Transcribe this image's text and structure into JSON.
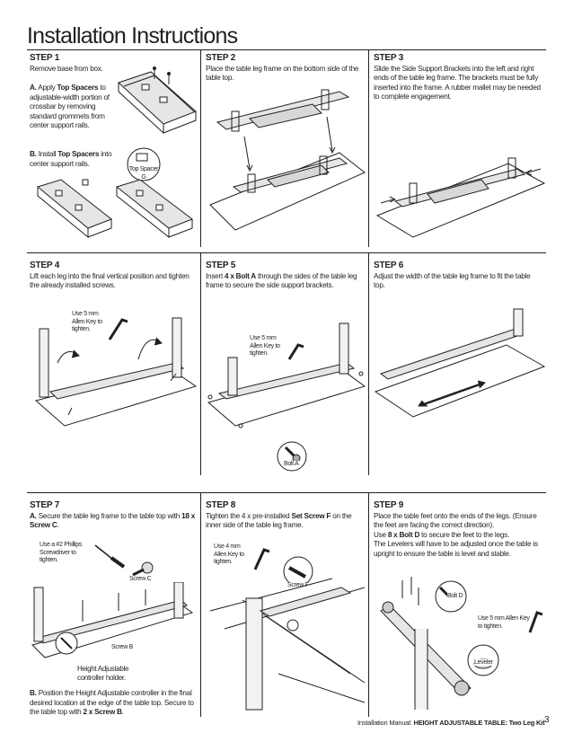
{
  "title": "Installation Instructions",
  "steps": {
    "s1": {
      "heading": "STEP 1",
      "text": "Remove base from box.",
      "a_label": "A.",
      "a_pre": "Apply ",
      "a_bold": "Top Spacers",
      "a_post": " to adjustable-width portion of crossbar by removing standard grommets from center support rails.",
      "b_label": "B.",
      "b_pre": "Install ",
      "b_bold": "Top Spacers",
      "b_post": " into center support rails.",
      "part_name": "Top Spacer",
      "part_letter": "G"
    },
    "s2": {
      "heading": "STEP 2",
      "text": "Place the table leg frame on the bottom side of the table top."
    },
    "s3": {
      "heading": "STEP 3",
      "text": "Slide the Side Support Brackets into the left and right ends of the table leg frame. The brackets must be fully inserted into the frame. A rubber mallet may be needed to complete engagement."
    },
    "s4": {
      "heading": "STEP 4",
      "text": "Lift each leg into the final vertical position and tighten the already installed screws.",
      "note": "Use 5 mm Allen Key to tighten."
    },
    "s5": {
      "heading": "STEP 5",
      "pre": "Insert ",
      "bold": "4 x Bolt A",
      "post": " through the sides of the table leg frame to secure the side support brackets.",
      "note": "Use 5 mm Allen Key to tighten.",
      "part": "Bolt A"
    },
    "s6": {
      "heading": "STEP 6",
      "text": "Adjust the width of the table leg frame to fit the table top."
    },
    "s7": {
      "heading": "STEP 7",
      "a_label": "A.",
      "a_pre": "Secure the table leg frame to the table top with ",
      "a_bold": "18 x Screw C",
      "a_post": ".",
      "note": "Use a #2 Phillips Screwdriver to tighten.",
      "part_c": "Screw C",
      "part_b": "Screw B",
      "holder": "Height Adjustable controller holder.",
      "b_label": "B.",
      "b_pre": "Position the Height Adjustable controller in the final desired location at the edge of the table top. Secure to the table top with ",
      "b_bold": "2 x Screw B",
      "b_post": "."
    },
    "s8": {
      "heading": "STEP 8",
      "pre": "Tighten the 4 x pre-installed ",
      "bold": "Set Screw F",
      "post": " on the inner side of the table leg frame.",
      "note": "Use 4 mm Allen Key to tighten.",
      "part": "Screw F"
    },
    "s9": {
      "heading": "STEP 9",
      "t1": "Place the table feet onto the ends of the legs. (Ensure the feet are facing the correct direction).",
      "t2_pre": "Use ",
      "t2_bold": "8 x Bolt D",
      "t2_post": " to secure the feet to the legs.",
      "t3": "The Levelers will have to be adjusted once the table is upright to ensure the table is level and stable.",
      "part_bolt": "Bolt D",
      "note": "Use 5 mm Allen Key to tighten.",
      "part_leveler": "Leveler"
    }
  },
  "footer": {
    "pre": "Installation Manual: ",
    "bold": "HEIGHT ADJUSTABLE TABLE: Two Leg Kit",
    "page": "3"
  }
}
